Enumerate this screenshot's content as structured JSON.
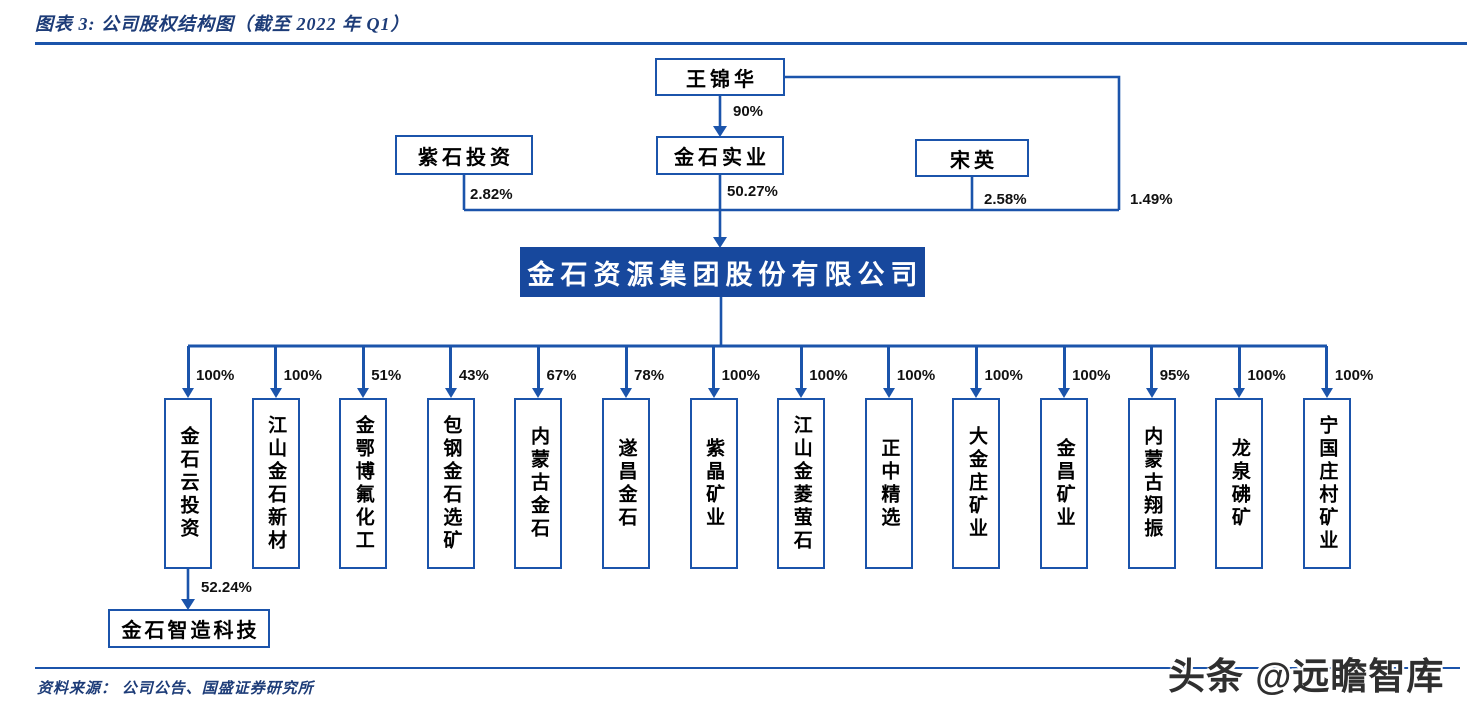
{
  "header": {
    "title": "图表 3:  公司股权结构图（截至 2022 年 Q1）"
  },
  "colors": {
    "accent": "#1b54ab",
    "company_box_fill": "#17489d",
    "title_text": "#1d3c78"
  },
  "top": {
    "founder": {
      "name": "王锦华"
    },
    "founder_to_holding_pct": "90%",
    "founder_direct_pct": "1.49%",
    "holders": [
      {
        "name": "紫石投资",
        "pct": "2.82%"
      },
      {
        "name": "金石实业",
        "pct": "50.27%"
      },
      {
        "name": "宋英",
        "pct": "2.58%"
      }
    ]
  },
  "company": {
    "name": "金石资源集团股份有限公司"
  },
  "subsidiaries": [
    {
      "name": "金石云投资",
      "pct": "100%"
    },
    {
      "name": "江山金石新材",
      "pct": "100%"
    },
    {
      "name": "金鄂博氟化工",
      "pct": "51%"
    },
    {
      "name": "包钢金石选矿",
      "pct": "43%"
    },
    {
      "name": "内蒙古金石",
      "pct": "67%"
    },
    {
      "name": "遂昌金石",
      "pct": "78%"
    },
    {
      "name": "紫晶矿业",
      "pct": "100%"
    },
    {
      "name": "江山金菱萤石",
      "pct": "100%"
    },
    {
      "name": "正中精选",
      "pct": "100%"
    },
    {
      "name": "大金庄矿业",
      "pct": "100%"
    },
    {
      "name": "金昌矿业",
      "pct": "100%"
    },
    {
      "name": "内蒙古翔振",
      "pct": "95%"
    },
    {
      "name": "龙泉砩矿",
      "pct": "100%"
    },
    {
      "name": "宁国庄村矿业",
      "pct": "100%"
    }
  ],
  "sub_subsidiary": {
    "name": "金石智造科技",
    "pct": "52.24%"
  },
  "footer": {
    "source": "资料来源： 公司公告、国盛证券研究所"
  },
  "watermark": "头条 @远瞻智库"
}
